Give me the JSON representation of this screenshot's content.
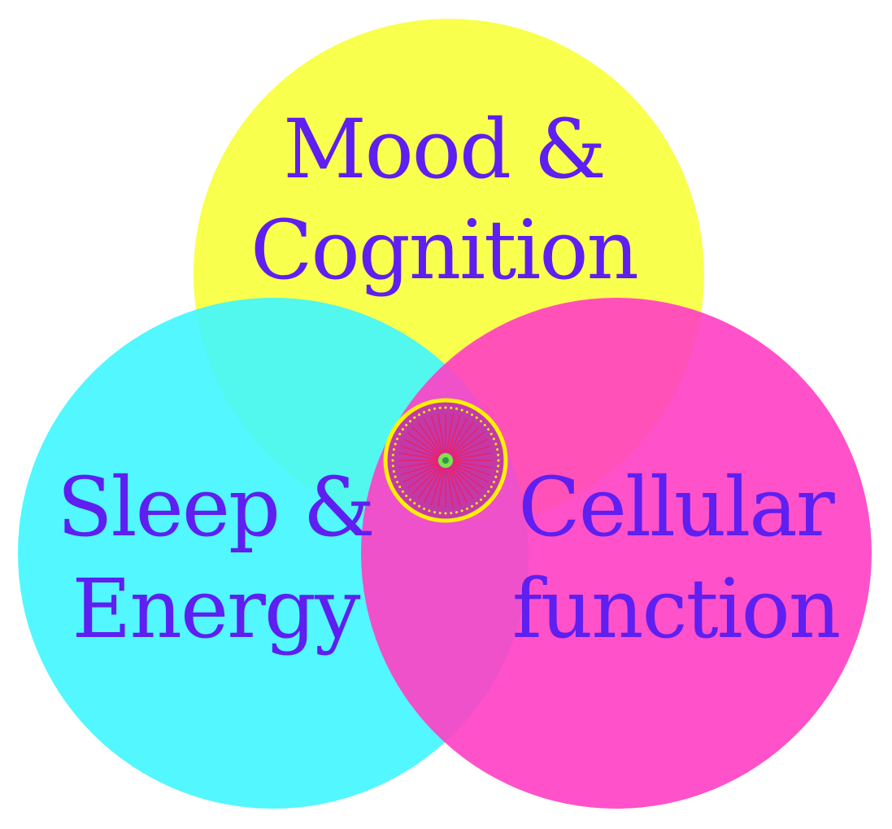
{
  "diagram": {
    "circles": [
      {
        "id": "mood",
        "label_lines": [
          "Mood &",
          "Cognition"
        ],
        "color": "#f8ff3a"
      },
      {
        "id": "sleep",
        "label_lines": [
          "Sleep &",
          "Energy"
        ],
        "color": "#3ff6ff"
      },
      {
        "id": "cellular",
        "label_lines": [
          "Cellular",
          "function"
        ],
        "color": "#ff3ec4"
      }
    ],
    "label_color": "#5e1ff0",
    "center_emblem": {
      "icon": "sunburst-emblem-icon",
      "ring_color": "#fff200",
      "fill_color": "#c23aa8",
      "ray_color": "#e8206e",
      "core_color": "#7fe24a"
    }
  }
}
